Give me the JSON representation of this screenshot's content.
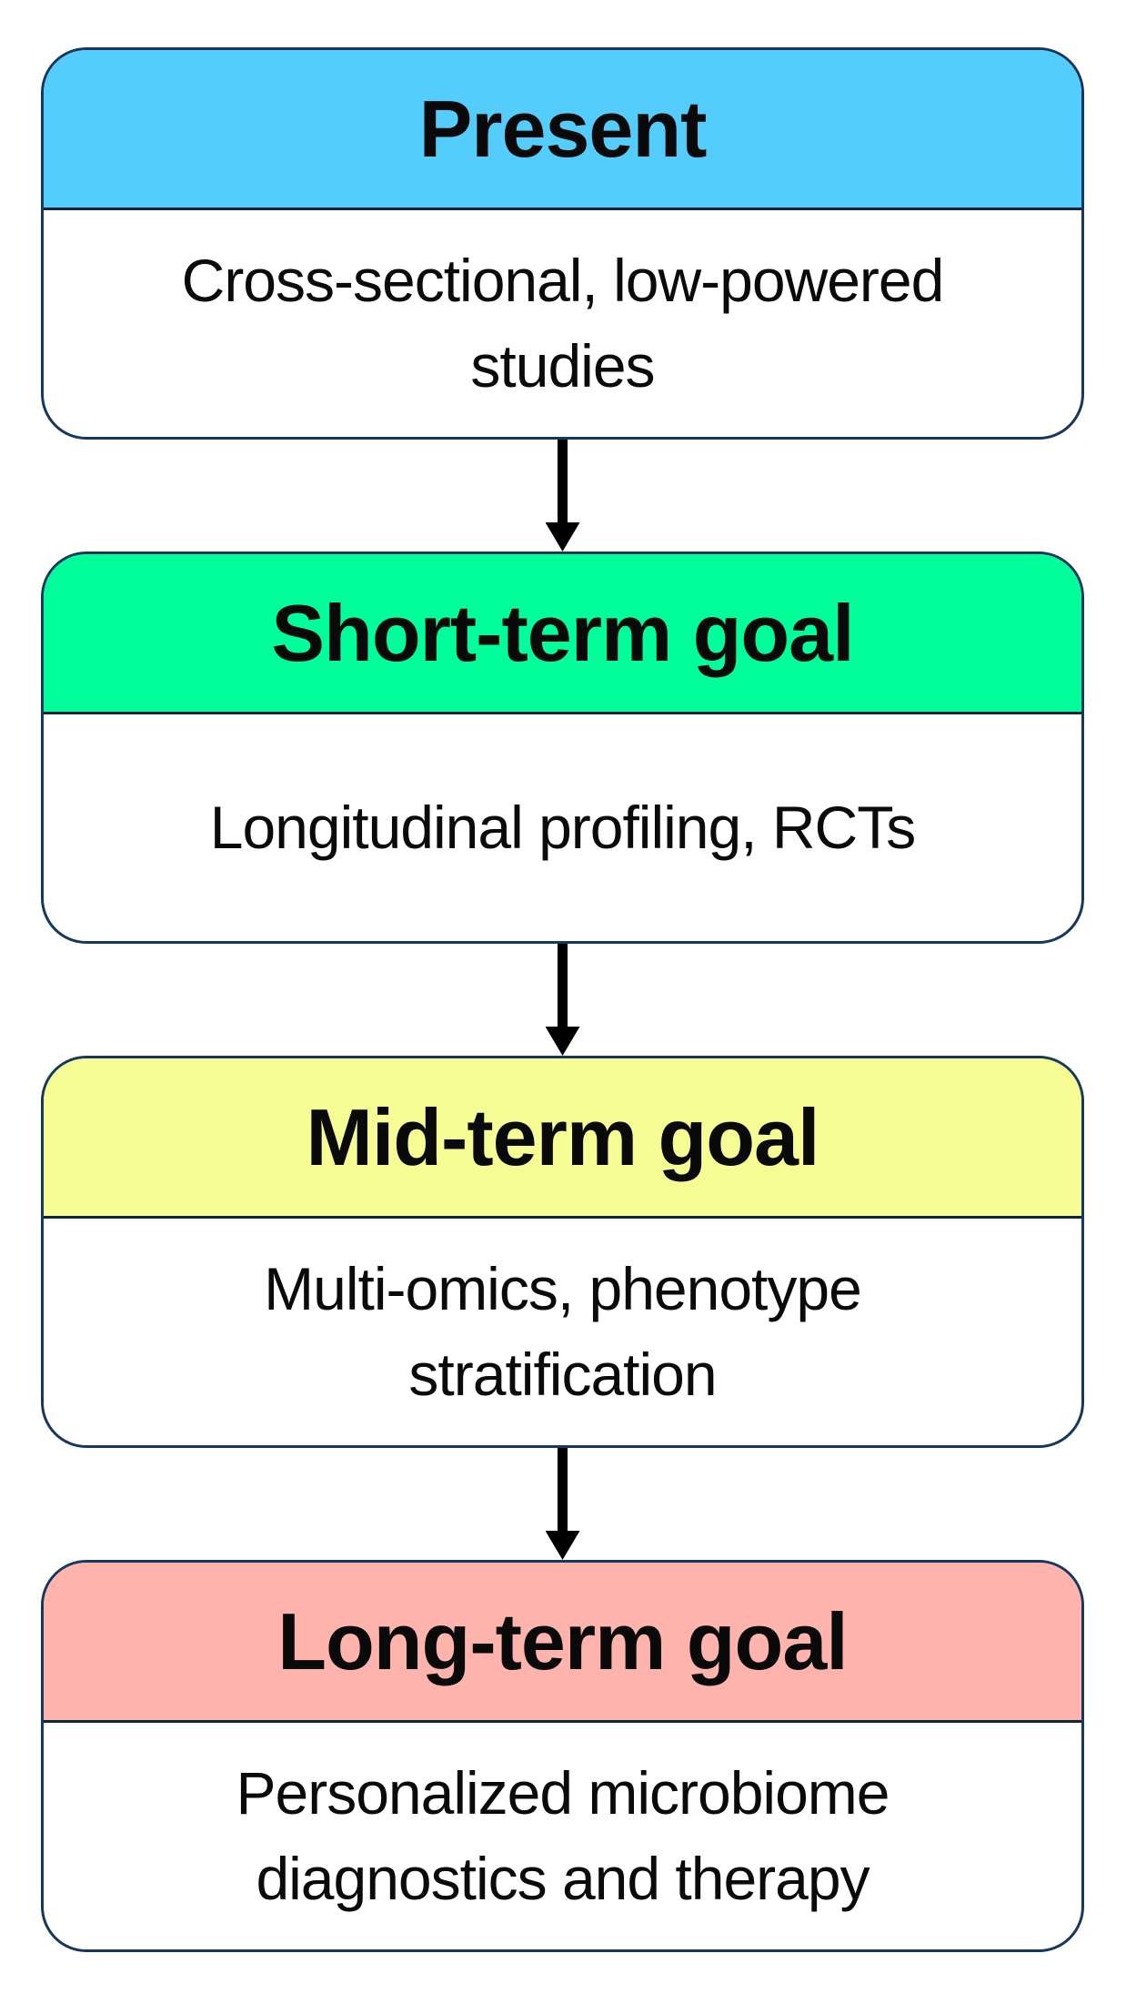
{
  "diagram": {
    "title": "Microbiome research roadmap flowchart",
    "border_color": "#16375e",
    "divider_color": "#10243f",
    "arrow_color": "#000000",
    "nodes": [
      {
        "id": "present",
        "title": "Present",
        "body": "Cross-sectional, low-powered\nstudies",
        "header_color": "#55cdfc"
      },
      {
        "id": "short-term-goal",
        "title": "Short-term goal",
        "body": "Longitudinal profiling, RCTs",
        "header_color": "#00fe9b"
      },
      {
        "id": "mid-term-goal",
        "title": "Mid-term goal",
        "body": "Multi-omics, phenotype\nstratification",
        "header_color": "#f6fd95"
      },
      {
        "id": "long-term-goal",
        "title": "Long-term goal",
        "body": "Personalized microbiome\ndiagnostics and therapy",
        "header_color": "#feb4ad"
      }
    ]
  }
}
